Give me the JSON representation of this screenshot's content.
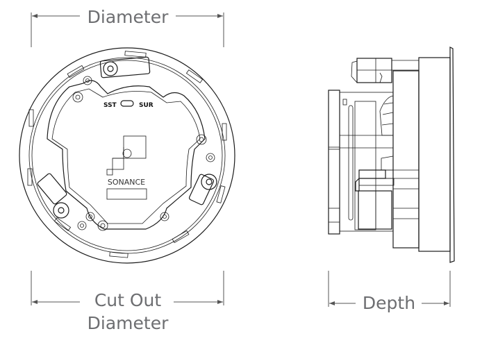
{
  "labels": {
    "diameter": "Diameter",
    "cutout_line1": "Cut Out",
    "cutout_line2": "Diameter",
    "depth": "Depth"
  },
  "front_view": {
    "switch_left": "SST",
    "switch_right": "SUR",
    "brand": "SONANCE"
  },
  "colors": {
    "label_text": "#6d6e71",
    "line": "#1a1a1a"
  }
}
